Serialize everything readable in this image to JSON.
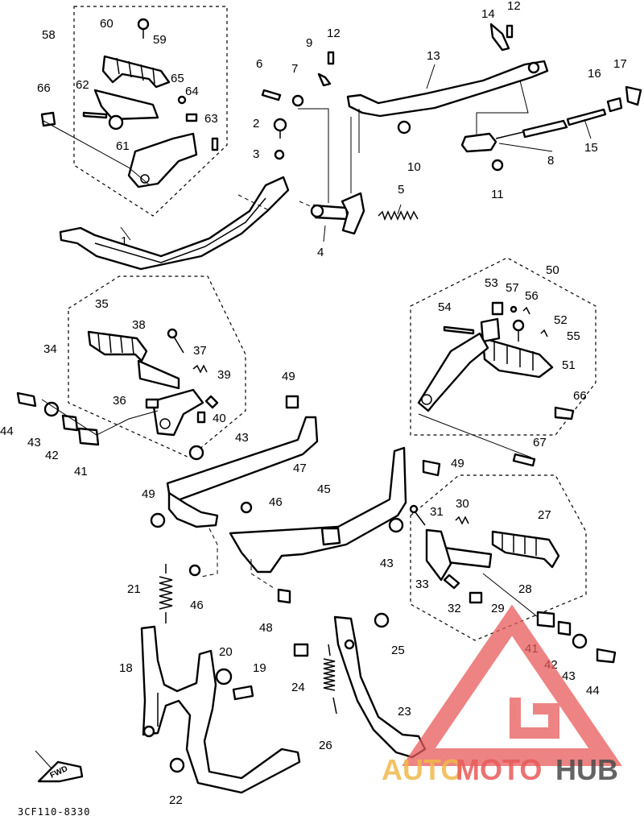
{
  "diagram": {
    "drawing_code": "3CF110-8330",
    "fwd_label": "FWD",
    "part_numbers": [
      "1",
      "2",
      "3",
      "4",
      "5",
      "6",
      "7",
      "8",
      "9",
      "10",
      "11",
      "12",
      "12",
      "13",
      "14",
      "15",
      "16",
      "17",
      "18",
      "19",
      "20",
      "21",
      "22",
      "23",
      "24",
      "25",
      "26",
      "27",
      "28",
      "29",
      "30",
      "31",
      "32",
      "33",
      "34",
      "35",
      "36",
      "37",
      "38",
      "39",
      "40",
      "41",
      "41",
      "42",
      "42",
      "43",
      "43",
      "43",
      "43",
      "44",
      "44",
      "45",
      "46",
      "46",
      "47",
      "48",
      "49",
      "49",
      "49",
      "50",
      "51",
      "52",
      "53",
      "54",
      "55",
      "56",
      "57",
      "58",
      "59",
      "60",
      "61",
      "62",
      "63",
      "64",
      "65",
      "66",
      "66",
      "67"
    ]
  },
  "watermark": {
    "part1": "AUTO",
    "part2": "MOTO",
    "part3": "HUB",
    "colors": {
      "part1": "#f0b84a",
      "part2": "#e85a5a",
      "part3": "#4a4a4a",
      "logo": "#e85a5a"
    }
  }
}
